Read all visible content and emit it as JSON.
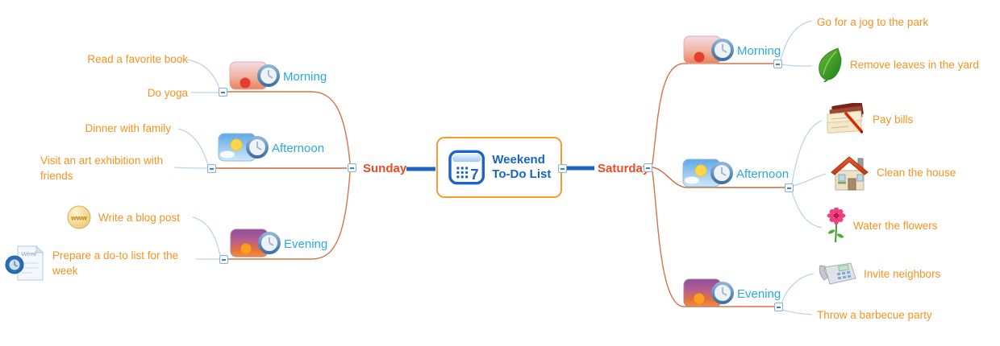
{
  "root": {
    "label": "Weekend To-Do List",
    "calendar_icon_label": "7"
  },
  "left_branch": {
    "label": "Sunday",
    "nodes": [
      {
        "label": "Morning",
        "icon": "morning-sunrise-clock-icon",
        "tasks": [
          {
            "label": "Read a favorite book"
          },
          {
            "label": "Do yoga"
          }
        ]
      },
      {
        "label": "Afternoon",
        "icon": "afternoon-sky-clock-icon",
        "tasks": [
          {
            "label": "Dinner with family"
          },
          {
            "label": "Visit an art exhibition with friends"
          }
        ]
      },
      {
        "label": "Evening",
        "icon": "evening-sunset-clock-icon",
        "tasks": [
          {
            "label": "Write a blog post",
            "icon": "www-globe-icon",
            "icon_label": "www"
          },
          {
            "label": "Prepare a do-to list for the week",
            "icon": "week-document-clock-icon",
            "icon_label": "Week"
          }
        ]
      }
    ]
  },
  "right_branch": {
    "label": "Saturday",
    "nodes": [
      {
        "label": "Morning",
        "icon": "morning-sunrise-clock-icon",
        "tasks": [
          {
            "label": "Go for a jog to the park"
          },
          {
            "label": "Remove leaves in the yard",
            "icon": "leaf-icon"
          }
        ]
      },
      {
        "label": "Afternoon",
        "icon": "afternoon-sky-clock-icon",
        "tasks": [
          {
            "label": "Pay bills",
            "icon": "bills-pen-icon"
          },
          {
            "label": "Clean the house",
            "icon": "house-icon"
          },
          {
            "label": "Water the flowers",
            "icon": "flower-icon"
          }
        ]
      },
      {
        "label": "Evening",
        "icon": "evening-sunset-clock-icon",
        "tasks": [
          {
            "label": "Invite neighbors",
            "icon": "telephone-icon"
          },
          {
            "label": "Throw a barbecue party"
          }
        ]
      }
    ]
  },
  "colors": {
    "task_text": "#F6921E",
    "node_label": "#29A9E1",
    "day_label": "#E94B26",
    "root_title": "#1565C4",
    "root_border": "#F49B33",
    "root_link": "#1B63C5",
    "branch_line": "#D3744B",
    "task_line": "#BDD3E8"
  }
}
